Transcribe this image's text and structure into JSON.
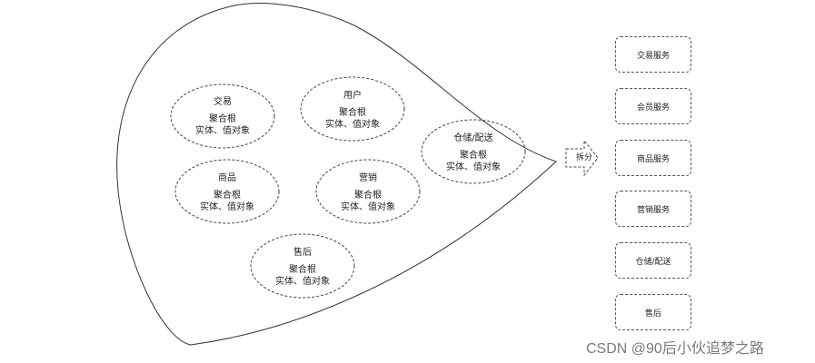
{
  "domains": [
    {
      "title": "交易",
      "line1": "聚合根",
      "line2": "实体、值对象"
    },
    {
      "title": "用户",
      "line1": "聚合根",
      "line2": "实体、值对象"
    },
    {
      "title": "仓储/配送",
      "line1": "聚合根",
      "line2": "实体、值对象"
    },
    {
      "title": "商品",
      "line1": "聚合根",
      "line2": "实体、值对象"
    },
    {
      "title": "营销",
      "line1": "聚合根",
      "line2": "实体、值对象"
    },
    {
      "title": "售后",
      "line1": "聚合根",
      "line2": "实体、值对象"
    }
  ],
  "split_label": "拆分",
  "services": [
    "交易服务",
    "会员服务",
    "商品服务",
    "营销服务",
    "仓储/配送",
    "售后"
  ],
  "watermark": "CSDN @90后小伙追梦之路"
}
